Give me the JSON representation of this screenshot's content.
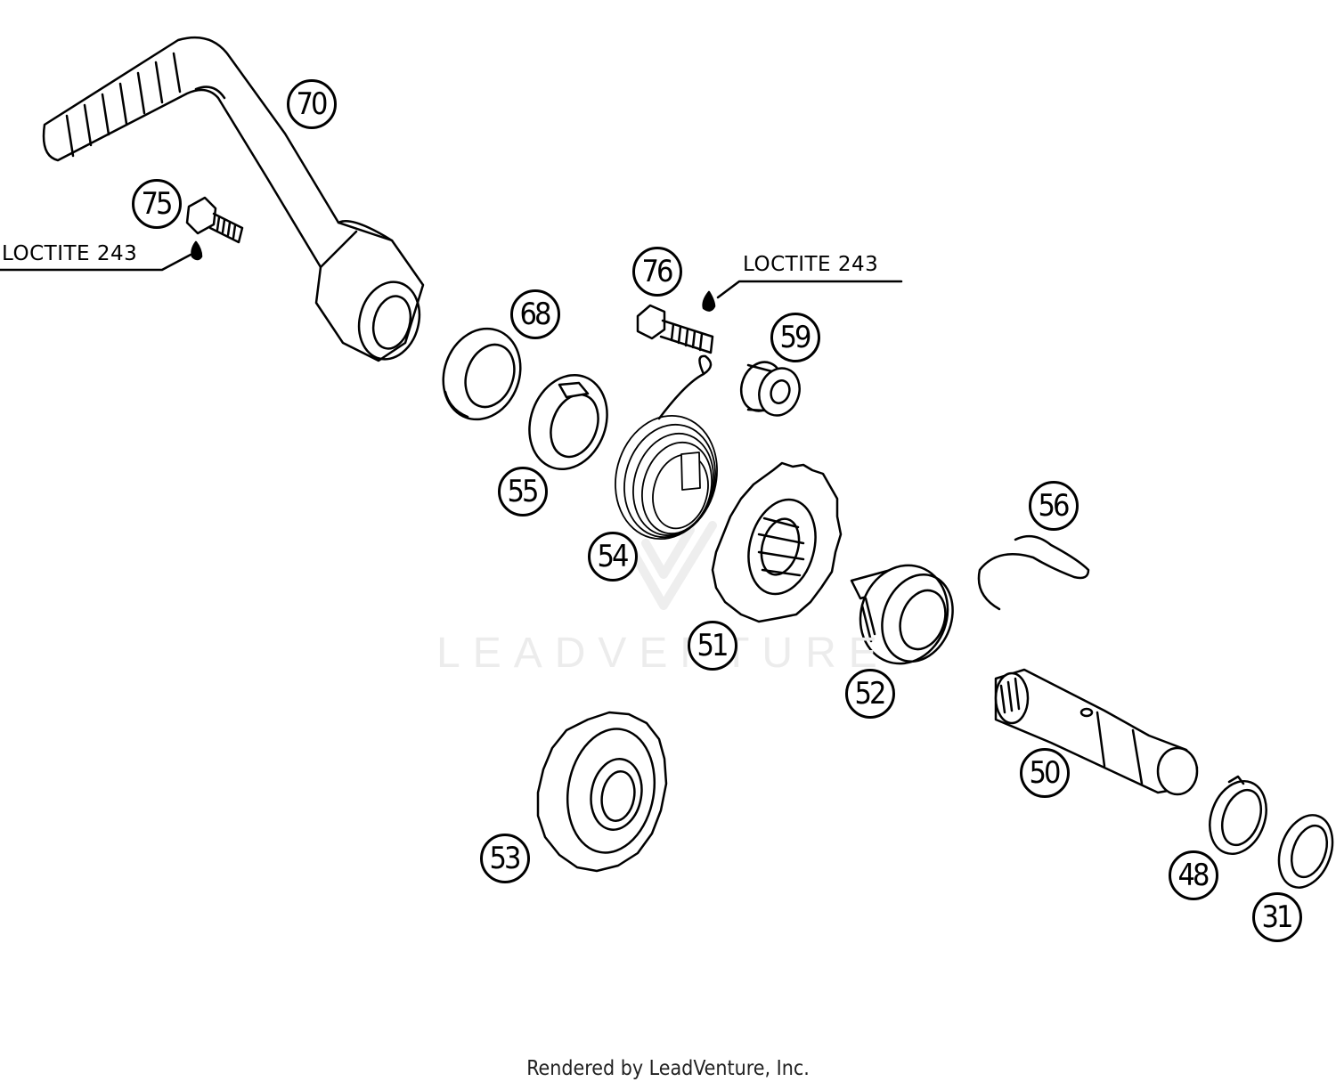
{
  "callouts": {
    "p70": "70",
    "p75": "75",
    "p76": "76",
    "p68": "68",
    "p59": "59",
    "p55": "55",
    "p54": "54",
    "p51": "51",
    "p56": "56",
    "p52": "52",
    "p50": "50",
    "p53": "53",
    "p48": "48",
    "p31": "31"
  },
  "notes": {
    "left_loctite": "LOCTITE 243",
    "right_loctite": "LOCTITE 243"
  },
  "watermark": "LEADVENTURE",
  "footer": "Rendered by LeadVenture, Inc."
}
